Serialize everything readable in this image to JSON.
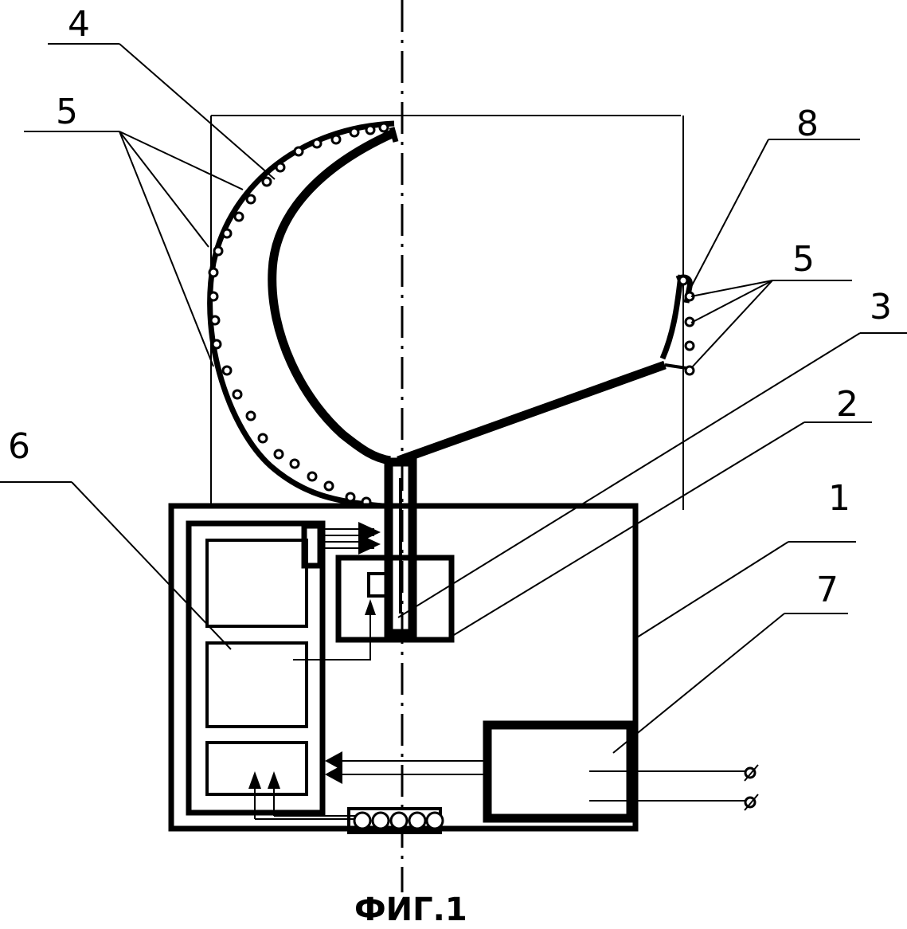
{
  "figure": {
    "caption": "ФИГ.1",
    "references": {
      "r1": "1",
      "r2": "2",
      "r3": "3",
      "r4": "4",
      "r5_left": "5",
      "r5_right": "5",
      "r6": "6",
      "r7": "7",
      "r8": "8"
    }
  }
}
